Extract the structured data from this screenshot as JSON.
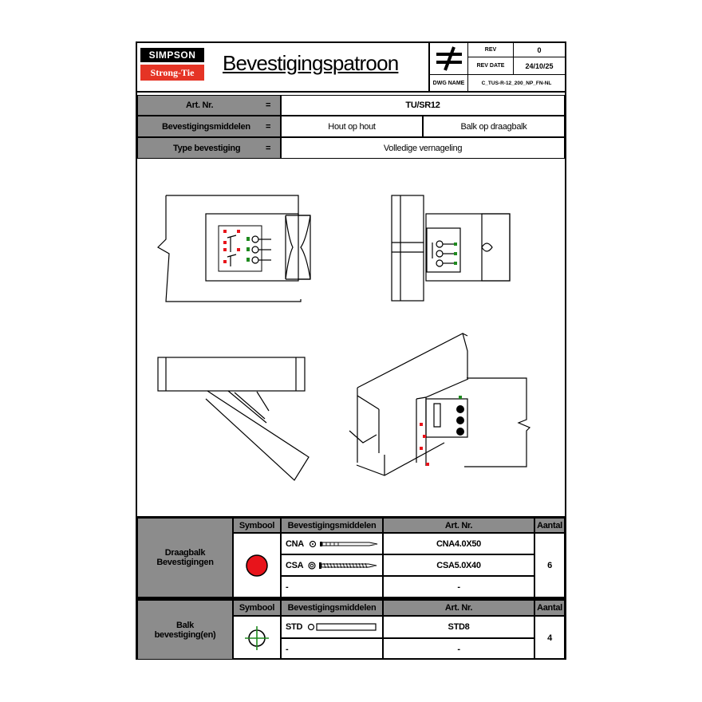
{
  "header": {
    "logo_top": "SIMPSON",
    "logo_bottom": "Strong-Tie",
    "title": "Bevestigingspatroon",
    "rev_label": "REV",
    "rev_value": "0",
    "rev_date_label": "REV DATE",
    "rev_date_value": "24/10/25",
    "dwg_name_label": "DWG NAME",
    "dwg_name_value": "C_TUS-R-12_200_NP_FN-NL"
  },
  "info": {
    "art_label": "Art. Nr.",
    "art_value": "TU/SR12",
    "bev_label": "Bevestigingsmiddelen",
    "bev_value_1": "Hout op hout",
    "bev_value_2": "Balk op draagbalk",
    "type_label": "Type bevestiging",
    "type_value": "Volledige vernageling",
    "eq": "="
  },
  "table1": {
    "group_label_1": "Draagbalk",
    "group_label_2": "Bevestigingen",
    "col_symbool": "Symbool",
    "col_bev": "Bevestigingsmiddelen",
    "col_art": "Art. Nr.",
    "col_aantal": "Aantal",
    "rows": [
      {
        "name": "CNA",
        "art": "CNA4.0X50"
      },
      {
        "name": "CSA",
        "art": "CSA5.0X40"
      },
      {
        "name": "-",
        "art": "-"
      }
    ],
    "aantal": "6",
    "symbol_color": "#e8141b"
  },
  "table2": {
    "group_label_1": "Balk",
    "group_label_2": "bevestiging(en)",
    "col_symbool": "Symbool",
    "col_bev": "Bevestigingsmiddelen",
    "col_art": "Art. Nr.",
    "col_aantal": "Aantal",
    "rows": [
      {
        "name": "STD",
        "art": "STD8"
      },
      {
        "name": "-",
        "art": "-"
      }
    ],
    "aantal": "4",
    "symbol_color": "#1f8a1f"
  }
}
